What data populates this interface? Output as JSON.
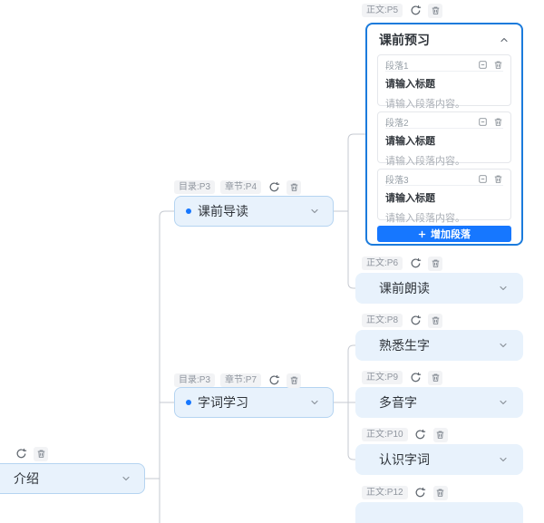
{
  "colors": {
    "primary_blue": "#1677ff",
    "selected_card_border": "#1b7bdc",
    "node_background": "#e8f2fc",
    "tag_background": "#f2f3f5",
    "connector": "#c6cad1"
  },
  "tags": {
    "p5": "正文:P5",
    "p6": "正文:P6",
    "p8": "正文:P8",
    "p9": "正文:P9",
    "p10": "正文:P10",
    "p12": "正文:P12",
    "toc_p3": "目录:P3",
    "chapter_p4": "章节:P4",
    "chapter_p7": "章节:P7"
  },
  "nodes": {
    "intro": {
      "label": "介绍"
    },
    "pre_reading": {
      "label": "课前导读"
    },
    "word_study": {
      "label": "字词学习"
    },
    "read_aloud": {
      "label": "课前朗读"
    },
    "familiar_chars": {
      "label": "熟悉生字"
    },
    "polyphonic": {
      "label": "多音字"
    },
    "recognize_words": {
      "label": "认识字词"
    }
  },
  "preview_card": {
    "title": "课前预习",
    "paragraphs": [
      {
        "label": "段落1",
        "title_placeholder": "请输入标题",
        "content_placeholder": "请输入段落内容。"
      },
      {
        "label": "段落2",
        "title_placeholder": "请输入标题",
        "content_placeholder": "请输入段落内容。"
      },
      {
        "label": "段落3",
        "title_placeholder": "请输入标题",
        "content_placeholder": "请输入段落内容。"
      }
    ],
    "add_button_label": "增加段落"
  }
}
